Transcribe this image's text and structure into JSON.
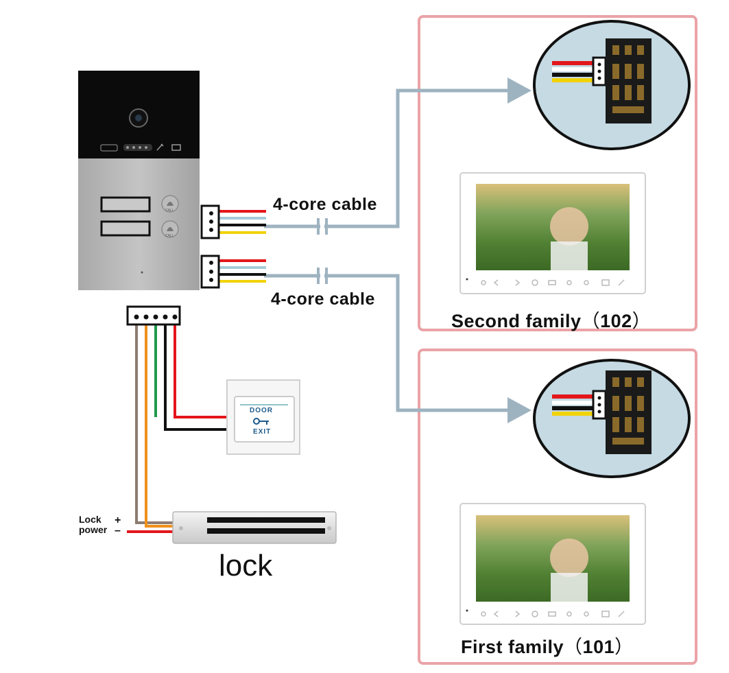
{
  "cables": {
    "upper_label": "4-core cable",
    "lower_label": "4-core cable"
  },
  "families": [
    {
      "name": "Second family",
      "number": "102"
    },
    {
      "name": "First family",
      "number": "101"
    }
  ],
  "exit_button": {
    "line1": "DOOR",
    "line2": "EXIT"
  },
  "lock": {
    "label": "lock",
    "power_label_1": "Lock",
    "power_label_2": "power",
    "plus": "+",
    "minus": "–"
  },
  "outdoor_station": {
    "call_label": "CALL"
  },
  "colors": {
    "frame_border": "#eaa3a7",
    "cable_pipe": "#9eb3c0",
    "wire_red": "#e3161b",
    "wire_white": "#ffffff",
    "wire_black": "#111111",
    "wire_yellow": "#f2d20a",
    "wire_blue": "#a6cbd8",
    "wire_green": "#1f9a4a",
    "wire_orange": "#f0911a",
    "wire_brown": "#8c7b72",
    "bubble_fill": "#c5dae3"
  }
}
